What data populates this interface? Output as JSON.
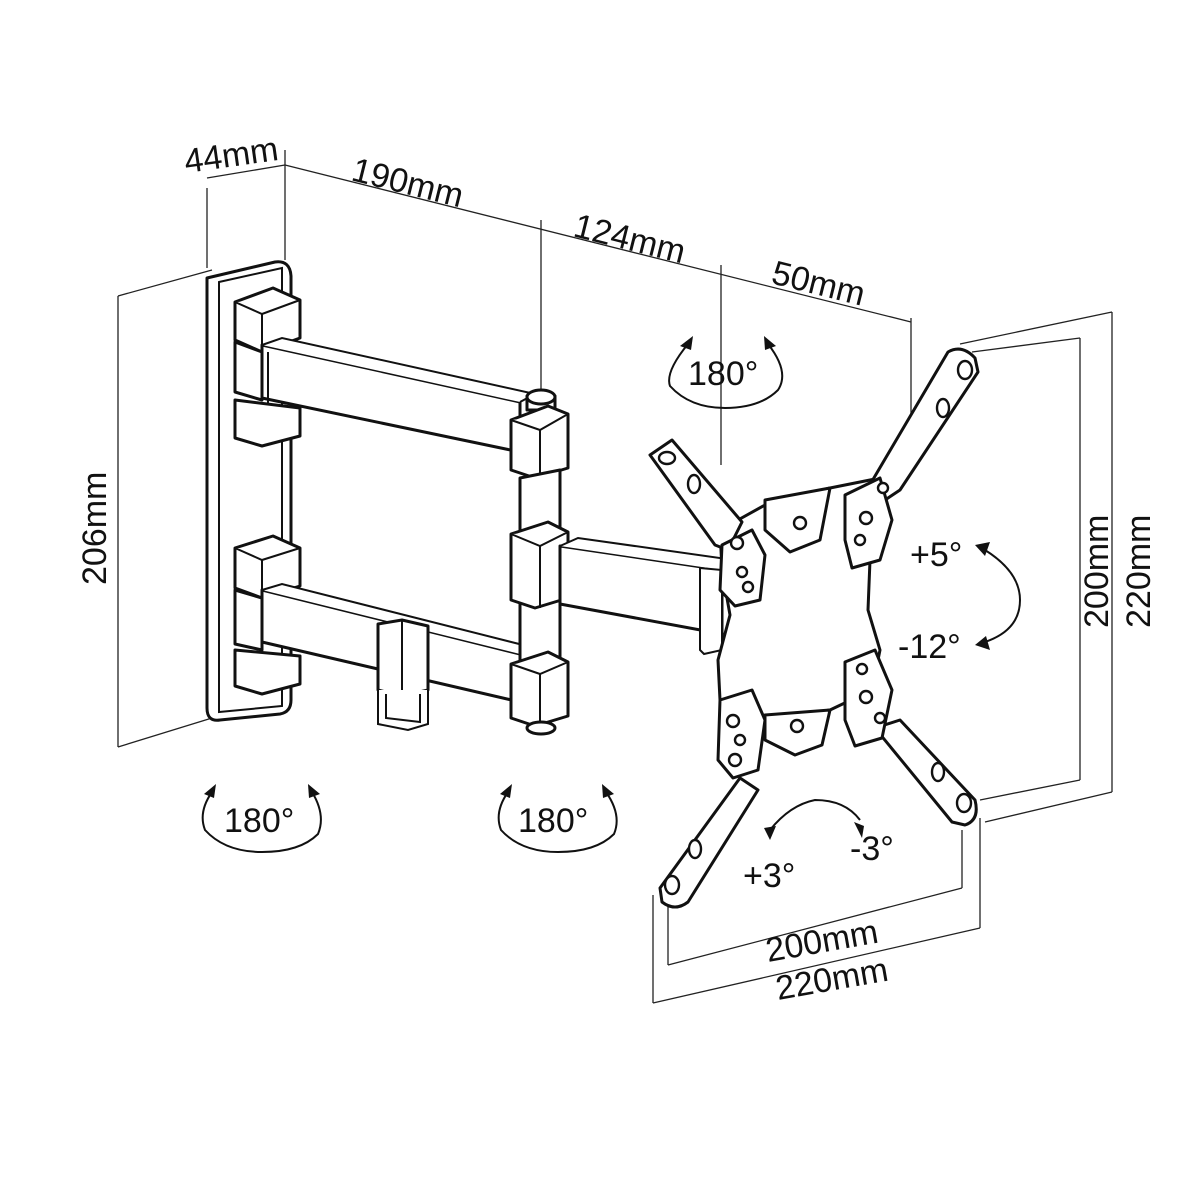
{
  "dimensions": {
    "wall_plate_depth": "44mm",
    "arm_length": "190mm",
    "second_arm_length": "124mm",
    "bracket_depth": "50mm",
    "wall_plate_height": "206mm",
    "vesa_height_inner": "200mm",
    "vesa_height_outer": "220mm",
    "vesa_width_inner": "200mm",
    "vesa_width_outer": "220mm"
  },
  "rotation": {
    "head_swivel": "180°",
    "wall_joint_swivel": "180°",
    "elbow_swivel": "180°"
  },
  "tilt": {
    "up": "+5°",
    "down": "-12°"
  },
  "level": {
    "plus": "+3°",
    "minus": "-3°"
  },
  "colors": {
    "line": "#111111",
    "background": "#ffffff"
  }
}
